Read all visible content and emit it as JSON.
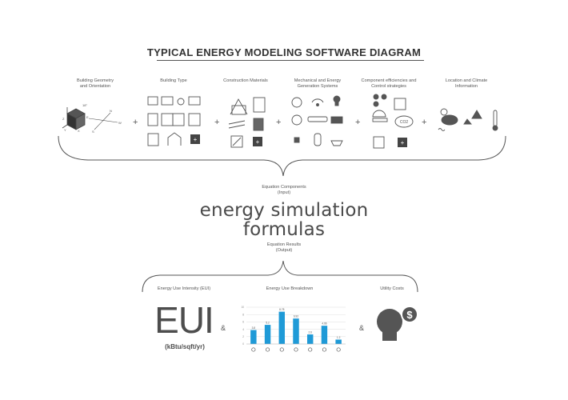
{
  "title": "TYPICAL ENERGY MODELING SOFTWARE DIAGRAM",
  "input_columns": [
    {
      "label": [
        "Building Geometry",
        "and Orientation"
      ]
    },
    {
      "label": [
        "Building Type"
      ]
    },
    {
      "label": [
        "Construction Materials"
      ]
    },
    {
      "label": [
        "Mechanical and Energy",
        "Generation Systems"
      ]
    },
    {
      "label": [
        "Component efficiencies and",
        "Control strategies"
      ]
    },
    {
      "label": [
        "Location and Climate",
        "Information"
      ]
    }
  ],
  "operator_plus": "+",
  "operator_amp": "&",
  "geometry_labels": {
    "n": "N",
    "w": "W",
    "s": "S",
    "e": "E",
    "z": "Z",
    "x": "X",
    "y": "Y",
    "deg": "18°"
  },
  "co2_label": "CO2",
  "equation_components": [
    "Equation Components",
    "(Input)"
  ],
  "formula": [
    "energy simulation",
    "formulas"
  ],
  "equation_results": [
    "Equation Results",
    "(Output)"
  ],
  "outputs": {
    "eui": {
      "label": "Energy Use Intensity (EUI)",
      "big": "EUI",
      "unit": "(kBtu/sqft/yr)"
    },
    "breakdown": {
      "label": "Energy Use Breakdown"
    },
    "utility": {
      "label": "Utility Costs",
      "symbol": "$"
    }
  },
  "chart_data": {
    "type": "bar",
    "title": "",
    "xlabel": "",
    "ylabel": "",
    "grid": true,
    "ylim": [
      0,
      10
    ],
    "yticks": [
      0,
      2,
      4,
      6,
      8,
      10
    ],
    "categories": [
      "heating",
      "cooling",
      "lighting",
      "equipment",
      "fans",
      "pumps",
      "hot water"
    ],
    "category_icons": [
      "flame-icon",
      "snowflake-icon",
      "bulb-icon",
      "plug-icon",
      "fan-icon",
      "pump-icon",
      "faucet-icon"
    ],
    "values": [
      3.8,
      5.2,
      8.78,
      6.92,
      2.6,
      4.96,
      1.2
    ],
    "data_labels": [
      "3.8",
      "5.2",
      "8.78",
      "6.92",
      "2.6",
      "4.96",
      "1.2"
    ],
    "color": "#1f9ad7"
  },
  "colors": {
    "accent": "#1f9ad7",
    "text": "#444444",
    "icon": "#555555"
  }
}
